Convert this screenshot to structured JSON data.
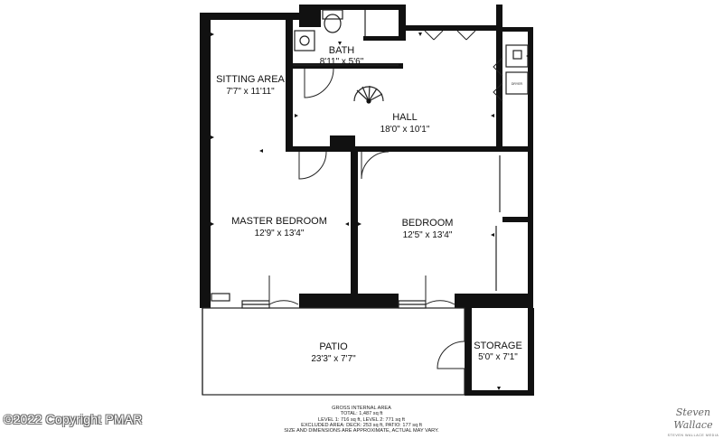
{
  "rooms": [
    {
      "name": "SITTING AREA",
      "dims": "7'7\" x 11'11\""
    },
    {
      "name": "BATH",
      "dims": "8'11\" x 5'6\""
    },
    {
      "name": "HALL",
      "dims": "18'0\" x 10'1\""
    },
    {
      "name": "MASTER BEDROOM",
      "dims": "12'9\" x 13'4\""
    },
    {
      "name": "BEDROOM",
      "dims": "12'5\" x 13'4\""
    },
    {
      "name": "PATIO",
      "dims": "23'3\" x 7'7\""
    },
    {
      "name": "STORAGE",
      "dims": "5'0\" x 7'1\""
    }
  ],
  "fixture_labels": {
    "dryer": "DRYER"
  },
  "area_summary": {
    "heading": "GROSS INTERNAL AREA",
    "total": "TOTAL: 1,487 sq ft",
    "levels": "LEVEL 1: 716 sq ft, LEVEL 2: 771 sq ft",
    "excluded": "EXCLUDED AREA: DECK: 253 sq ft, PATIO: 177 sq ft",
    "disclaimer": "SIZE AND DIMENSIONS ARE APPROXIMATE, ACTUAL MAY VARY."
  },
  "watermark": {
    "copyright": "©2022 Copyright PMAR"
  },
  "brand": {
    "script": "Steven Wallace",
    "subtitle": "STEVEN WALLACE MEDIA"
  },
  "colors": {
    "wall": "#111111",
    "background": "#ffffff",
    "thin_line": "#222222"
  }
}
